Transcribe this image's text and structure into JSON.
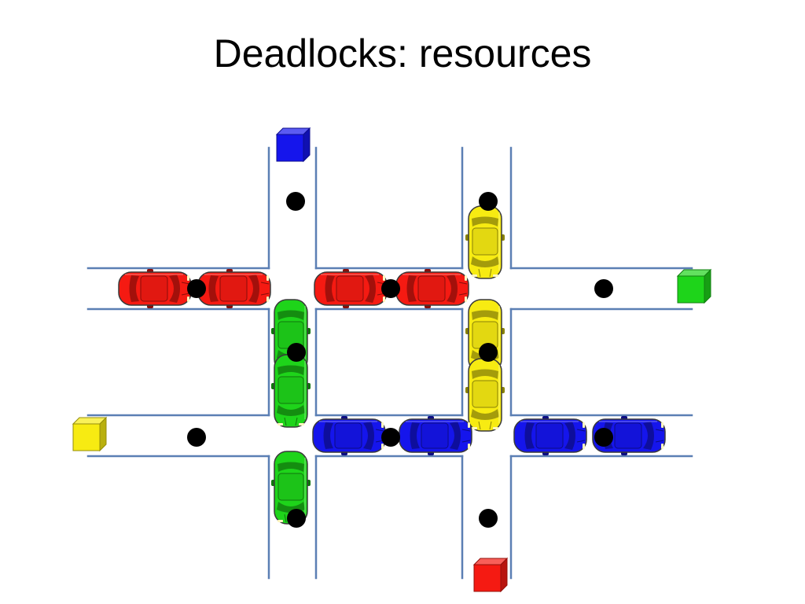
{
  "slide": {
    "title": "Deadlocks: resources"
  },
  "colors": {
    "road_edge": "#5b7fb4",
    "red": "#f51a12",
    "green": "#1ed41a",
    "yellow": "#f7eb12",
    "blue": "#1515ec",
    "marker": "#000000"
  },
  "cars": [
    {
      "color": "red",
      "dir": "horizontal"
    },
    {
      "color": "red",
      "dir": "horizontal"
    },
    {
      "color": "red",
      "dir": "horizontal"
    },
    {
      "color": "red",
      "dir": "horizontal"
    },
    {
      "color": "yellow",
      "dir": "vertical"
    },
    {
      "color": "yellow",
      "dir": "vertical"
    },
    {
      "color": "yellow",
      "dir": "vertical"
    },
    {
      "color": "green",
      "dir": "vertical"
    },
    {
      "color": "green",
      "dir": "vertical"
    },
    {
      "color": "green",
      "dir": "vertical"
    },
    {
      "color": "blue",
      "dir": "horizontal"
    },
    {
      "color": "blue",
      "dir": "horizontal"
    },
    {
      "color": "blue",
      "dir": "horizontal"
    },
    {
      "color": "blue",
      "dir": "horizontal"
    }
  ],
  "boxes": [
    {
      "color": "blue"
    },
    {
      "color": "green"
    },
    {
      "color": "yellow"
    },
    {
      "color": "red"
    }
  ],
  "marker_count": 12
}
